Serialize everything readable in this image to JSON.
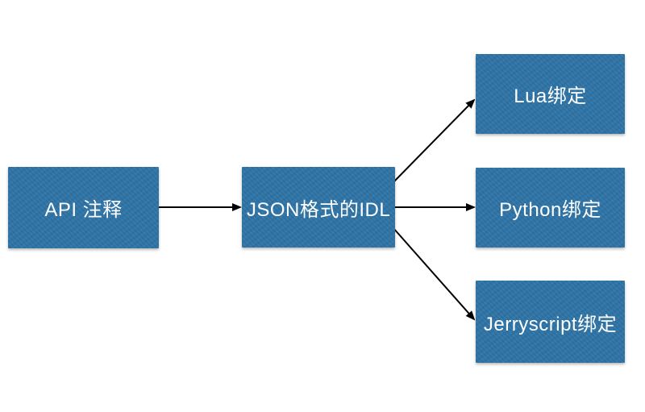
{
  "diagram": {
    "title": "API annotation to language bindings flow",
    "colors": {
      "page_background": "#ffffff",
      "node_fill": "#2d73a6",
      "node_text": "#ffffff",
      "arrow": "#000000"
    },
    "nodes": [
      {
        "id": "api",
        "label": "API 注释"
      },
      {
        "id": "json-idl",
        "label": "JSON格式的IDL"
      },
      {
        "id": "lua",
        "label": "Lua绑定"
      },
      {
        "id": "python",
        "label": "Python绑定"
      },
      {
        "id": "jerryscript",
        "label": "Jerryscript绑定"
      }
    ],
    "edges": [
      {
        "from": "API 注释",
        "to": "JSON格式的IDL"
      },
      {
        "from": "JSON格式的IDL",
        "to": "Lua绑定"
      },
      {
        "from": "JSON格式的IDL",
        "to": "Python绑定"
      },
      {
        "from": "JSON格式的IDL",
        "to": "Jerryscript绑定"
      }
    ]
  }
}
